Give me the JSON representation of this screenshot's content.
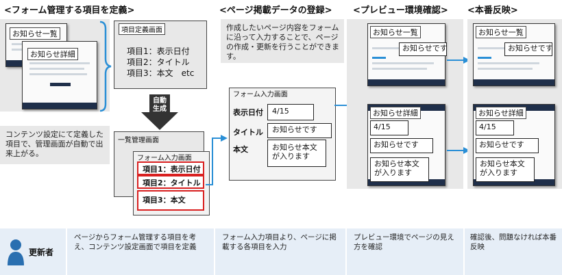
{
  "steps": {
    "step1": "<フォーム管理する項目を定義>",
    "step2": "<ページ掲載データの登録>",
    "step3": "<プレビュー環境確認>",
    "step4": "<本番反映>"
  },
  "step1": {
    "thumb_list_title": "お知らせ一覧",
    "thumb_detail_title": "お知らせ詳細",
    "definition_title": "項目定義画面",
    "definition_items": [
      "項目1：表示日付",
      "項目2：タイトル",
      "項目3：本文　etc"
    ],
    "auto_label": "自動\n生成",
    "note": "コンテンツ設定にて定義した項目で、管理画面が自動で出来上がる。",
    "list_admin_title": "一覧管理画面",
    "form_title": "フォーム入力画面",
    "form_items": [
      "項目1：表示日付",
      "項目2：タイトル",
      "項目3：本文"
    ]
  },
  "step2": {
    "description": "作成したいページ内容をフォームに沿って入力することで、ページの作成・更新を行うことができます。",
    "form_title": "フォーム入力画面",
    "rows": [
      {
        "label": "表示日付",
        "value": "4/15"
      },
      {
        "label": "タイトル",
        "value": "お知らせです"
      },
      {
        "label": "本文",
        "value": "お知らせ本文が入ります"
      }
    ]
  },
  "preview": {
    "list_title": "お知らせ一覧",
    "list_item": "お知らせです",
    "detail_title": "お知らせ詳細",
    "detail_date": "4/15",
    "detail_title_value": "お知らせです",
    "detail_body": "お知らせ本文が入ります"
  },
  "bottom": {
    "role": "更新者",
    "desc1": "ページからフォーム管理する項目を考え、コンテンツ設定画面で項目を定義",
    "desc2": "フォーム入力項目より、ページに掲載する各項目を入力",
    "desc3": "プレビュー環境でページの見え方を確認",
    "desc4": "確認後、問題なければ本番反映"
  },
  "colors": {
    "arrow": "#2a8fd6",
    "red": "#d92020",
    "bottom_bg": "#e6eef7",
    "navy": "#1f2f4a"
  }
}
